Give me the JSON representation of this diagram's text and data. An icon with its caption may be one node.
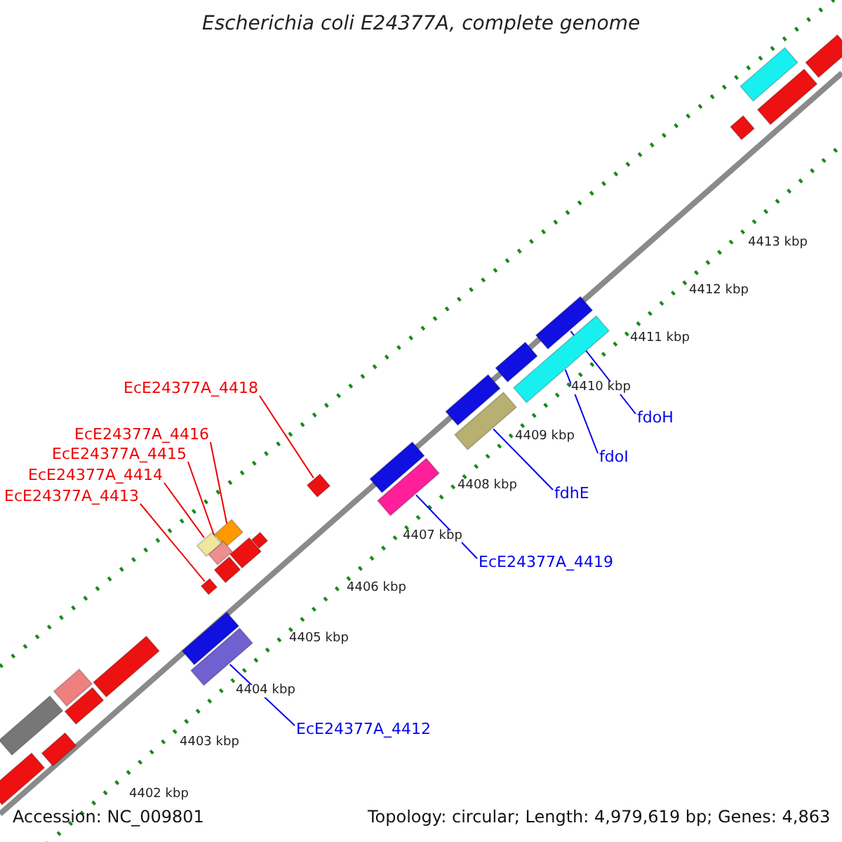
{
  "diagram": {
    "title": "Escherichia coli E24377A, complete genome",
    "nodes": [
      {
        "text": [
          "EcE24377A_4418"
        ]
      },
      {
        "text": [],
        "shape": "bar"
      },
      {
        "text": [
          "EcE24377A_4416"
        ]
      },
      {
        "text": [],
        "shape": "bar"
      },
      {
        "text": [
          "EcE24377A_4415"
        ]
      },
      {
        "text": [],
        "shape": "bar"
      },
      {
        "text": [
          "EcE24377A_4414"
        ]
      },
      {
        "text": [],
        "shape": "bar"
      },
      {
        "text": [
          "EcE24377A_4413"
        ]
      },
      {
        "text": [],
        "shape": "bar"
      },
      {
        "text": [
          "fdoH"
        ]
      },
      {
        "text": [],
        "shape": "bar"
      },
      {
        "text": [
          "fdoI"
        ]
      },
      {
        "text": [],
        "shape": "bar"
      },
      {
        "text": [
          "fdhE"
        ]
      },
      {
        "text": [],
        "shape": "bar"
      },
      {
        "text": [
          "EcE24377A_4419"
        ]
      },
      {
        "text": [],
        "shape": "bar"
      },
      {
        "text": [
          "EcE24377A_4412"
        ]
      },
      {
        "text": [],
        "shape": "bar"
      },
      {
        "text": [],
        "shape": "bar"
      },
      {
        "text": [],
        "shape": "bar"
      },
      {
        "text": [],
        "shape": "bar"
      },
      {
        "text": [],
        "shape": "bar"
      },
      {
        "text": [],
        "shape": "bar"
      },
      {
        "text": [],
        "shape": "bar"
      },
      {
        "text": [],
        "shape": "bar"
      },
      {
        "text": [],
        "shape": "bar"
      },
      {
        "text": [],
        "shape": "bar"
      },
      {
        "text": [],
        "shape": "bar"
      },
      {
        "text": [],
        "shape": "bar"
      },
      {
        "text": [],
        "shape": "bar"
      },
      {
        "text": [],
        "shape": "bar"
      },
      {
        "text": [],
        "shape": "bar"
      },
      {
        "text": [],
        "shape": "bar"
      },
      {
        "text": [],
        "shape": "bar"
      },
      {
        "text": [],
        "shape": "bar"
      }
    ],
    "edges": [
      {
        "from": 0,
        "to": 1,
        "arrow": "none"
      },
      {
        "from": 2,
        "to": 3,
        "arrow": "none"
      },
      {
        "from": 4,
        "to": 5,
        "arrow": "none"
      },
      {
        "from": 6,
        "to": 7,
        "arrow": "none"
      },
      {
        "from": 8,
        "to": 9,
        "arrow": "none"
      },
      {
        "from": 10,
        "to": 11,
        "arrow": "none",
        "color": "#0000ee"
      },
      {
        "from": 12,
        "to": 13,
        "arrow": "none",
        "color": "#0000ee"
      },
      {
        "from": 14,
        "to": 15,
        "arrow": "none",
        "color": "#0000ee"
      },
      {
        "from": 16,
        "to": 17,
        "arrow": "none",
        "color": "#0000ee"
      },
      {
        "from": 18,
        "to": 19,
        "arrow": "none",
        "color": "#0000ee"
      }
    ],
    "labels": [
      "4413 kbp",
      "4412 kbp",
      "4411 kbp",
      "4410 kbp",
      "4409 kbp",
      "4408 kbp",
      "4407 kbp",
      "4406 kbp",
      "4405 kbp",
      "4404 kbp",
      "4403 kbp",
      "4402 kbp",
      "Accession: NC_009801",
      "Topology: circular; Length: 4,979,619 bp; Genes: 4,863"
    ]
  }
}
